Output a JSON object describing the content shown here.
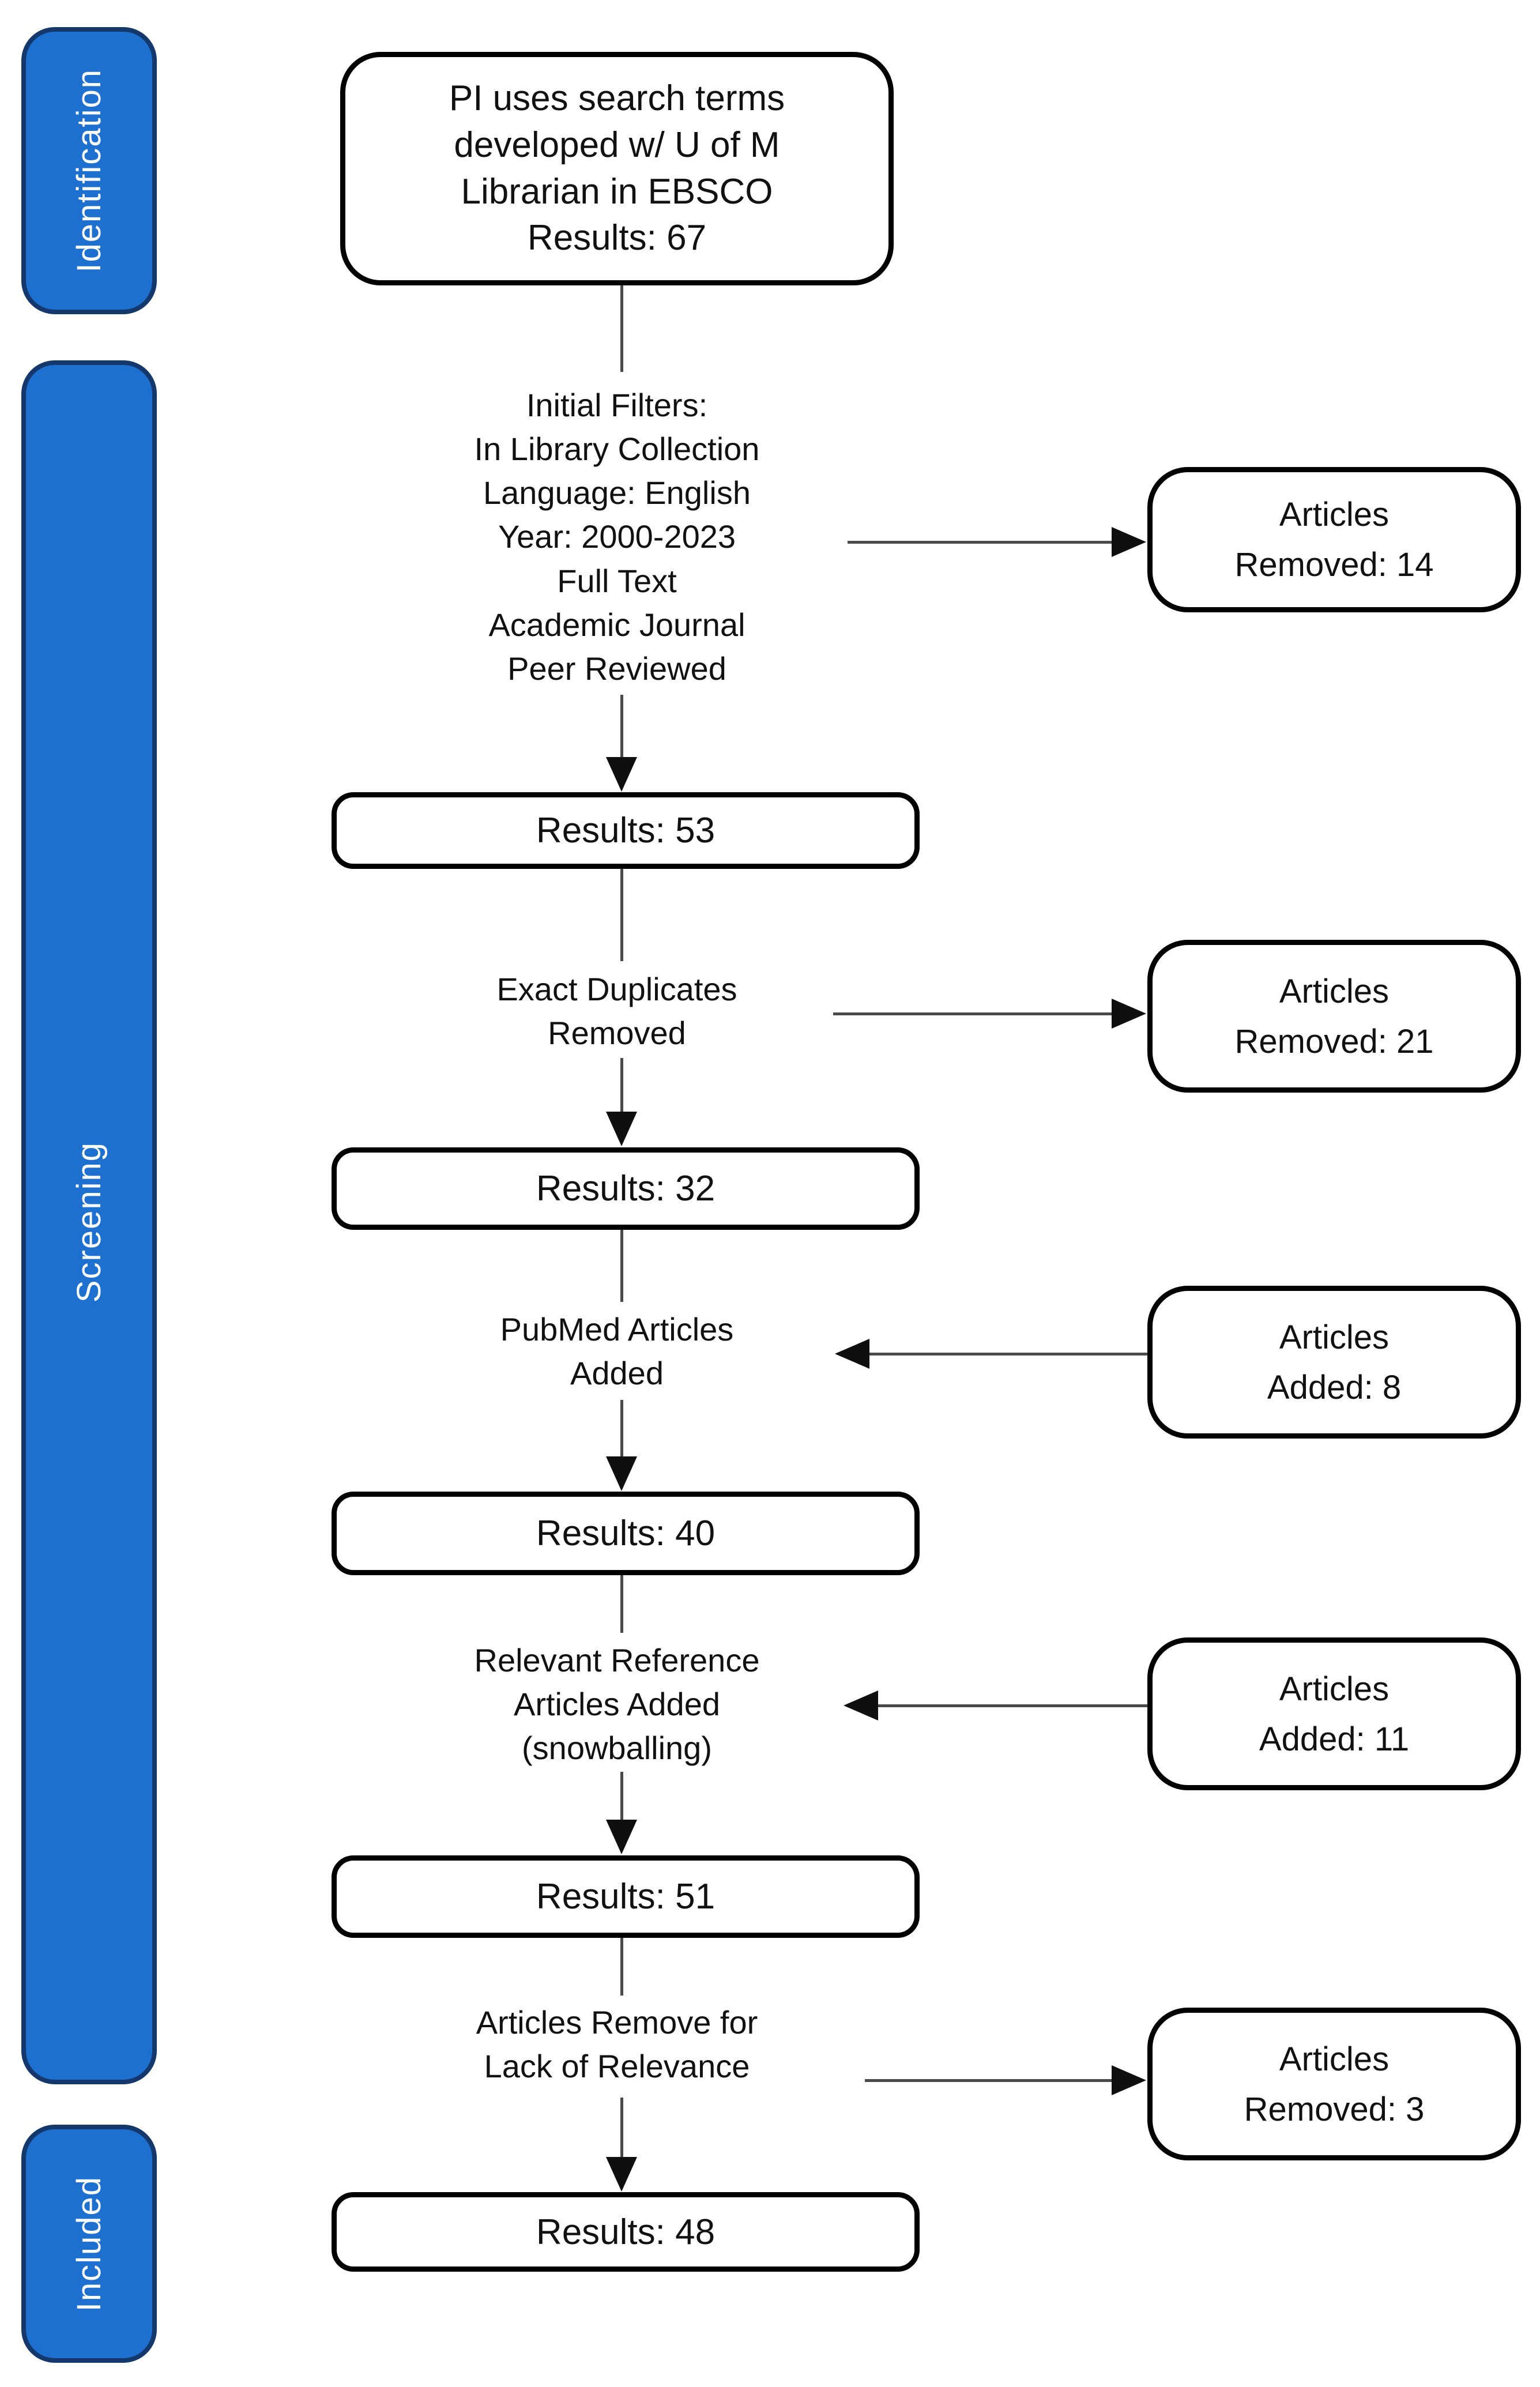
{
  "title": "Literature search PRISMA-style flow diagram",
  "colors": {
    "stage_fill": "#1d70d0",
    "stage_border": "#14386b",
    "stage_text": "#ffffff",
    "box_border": "#000000",
    "connector": "#4a4a4a",
    "arrowhead": "#0f0f0f"
  },
  "rail": [
    {
      "label": "Identification"
    },
    {
      "label": "Screening"
    },
    {
      "label": "Included"
    }
  ],
  "main": {
    "source_box": "PI uses search terms\ndeveloped w/ U of M\nLibrarian in EBSCO\nResults: 67",
    "filters_note": "Initial Filters:\nIn Library Collection\nLanguage: English\nYear: 2000-2023\nFull Text\nAcademic Journal\nPeer Reviewed",
    "results_1": "Results: 53",
    "duplicates_note": "Exact Duplicates\nRemoved",
    "results_2": "Results: 32",
    "pubmed_note": "PubMed Articles\nAdded",
    "results_3": "Results: 40",
    "snowball_note": "Relevant Reference\nArticles Added\n(snowballing)",
    "results_4": "Results: 51",
    "relevance_note": "Articles Remove for\nLack of Relevance",
    "results_5": "Results: 48"
  },
  "side": {
    "removed_14": "Articles\nRemoved: 14",
    "removed_21": "Articles\nRemoved: 21",
    "added_8": "Articles\nAdded: 8",
    "added_11": "Articles\nAdded: 11",
    "removed_3": "Articles\nRemoved: 3"
  }
}
